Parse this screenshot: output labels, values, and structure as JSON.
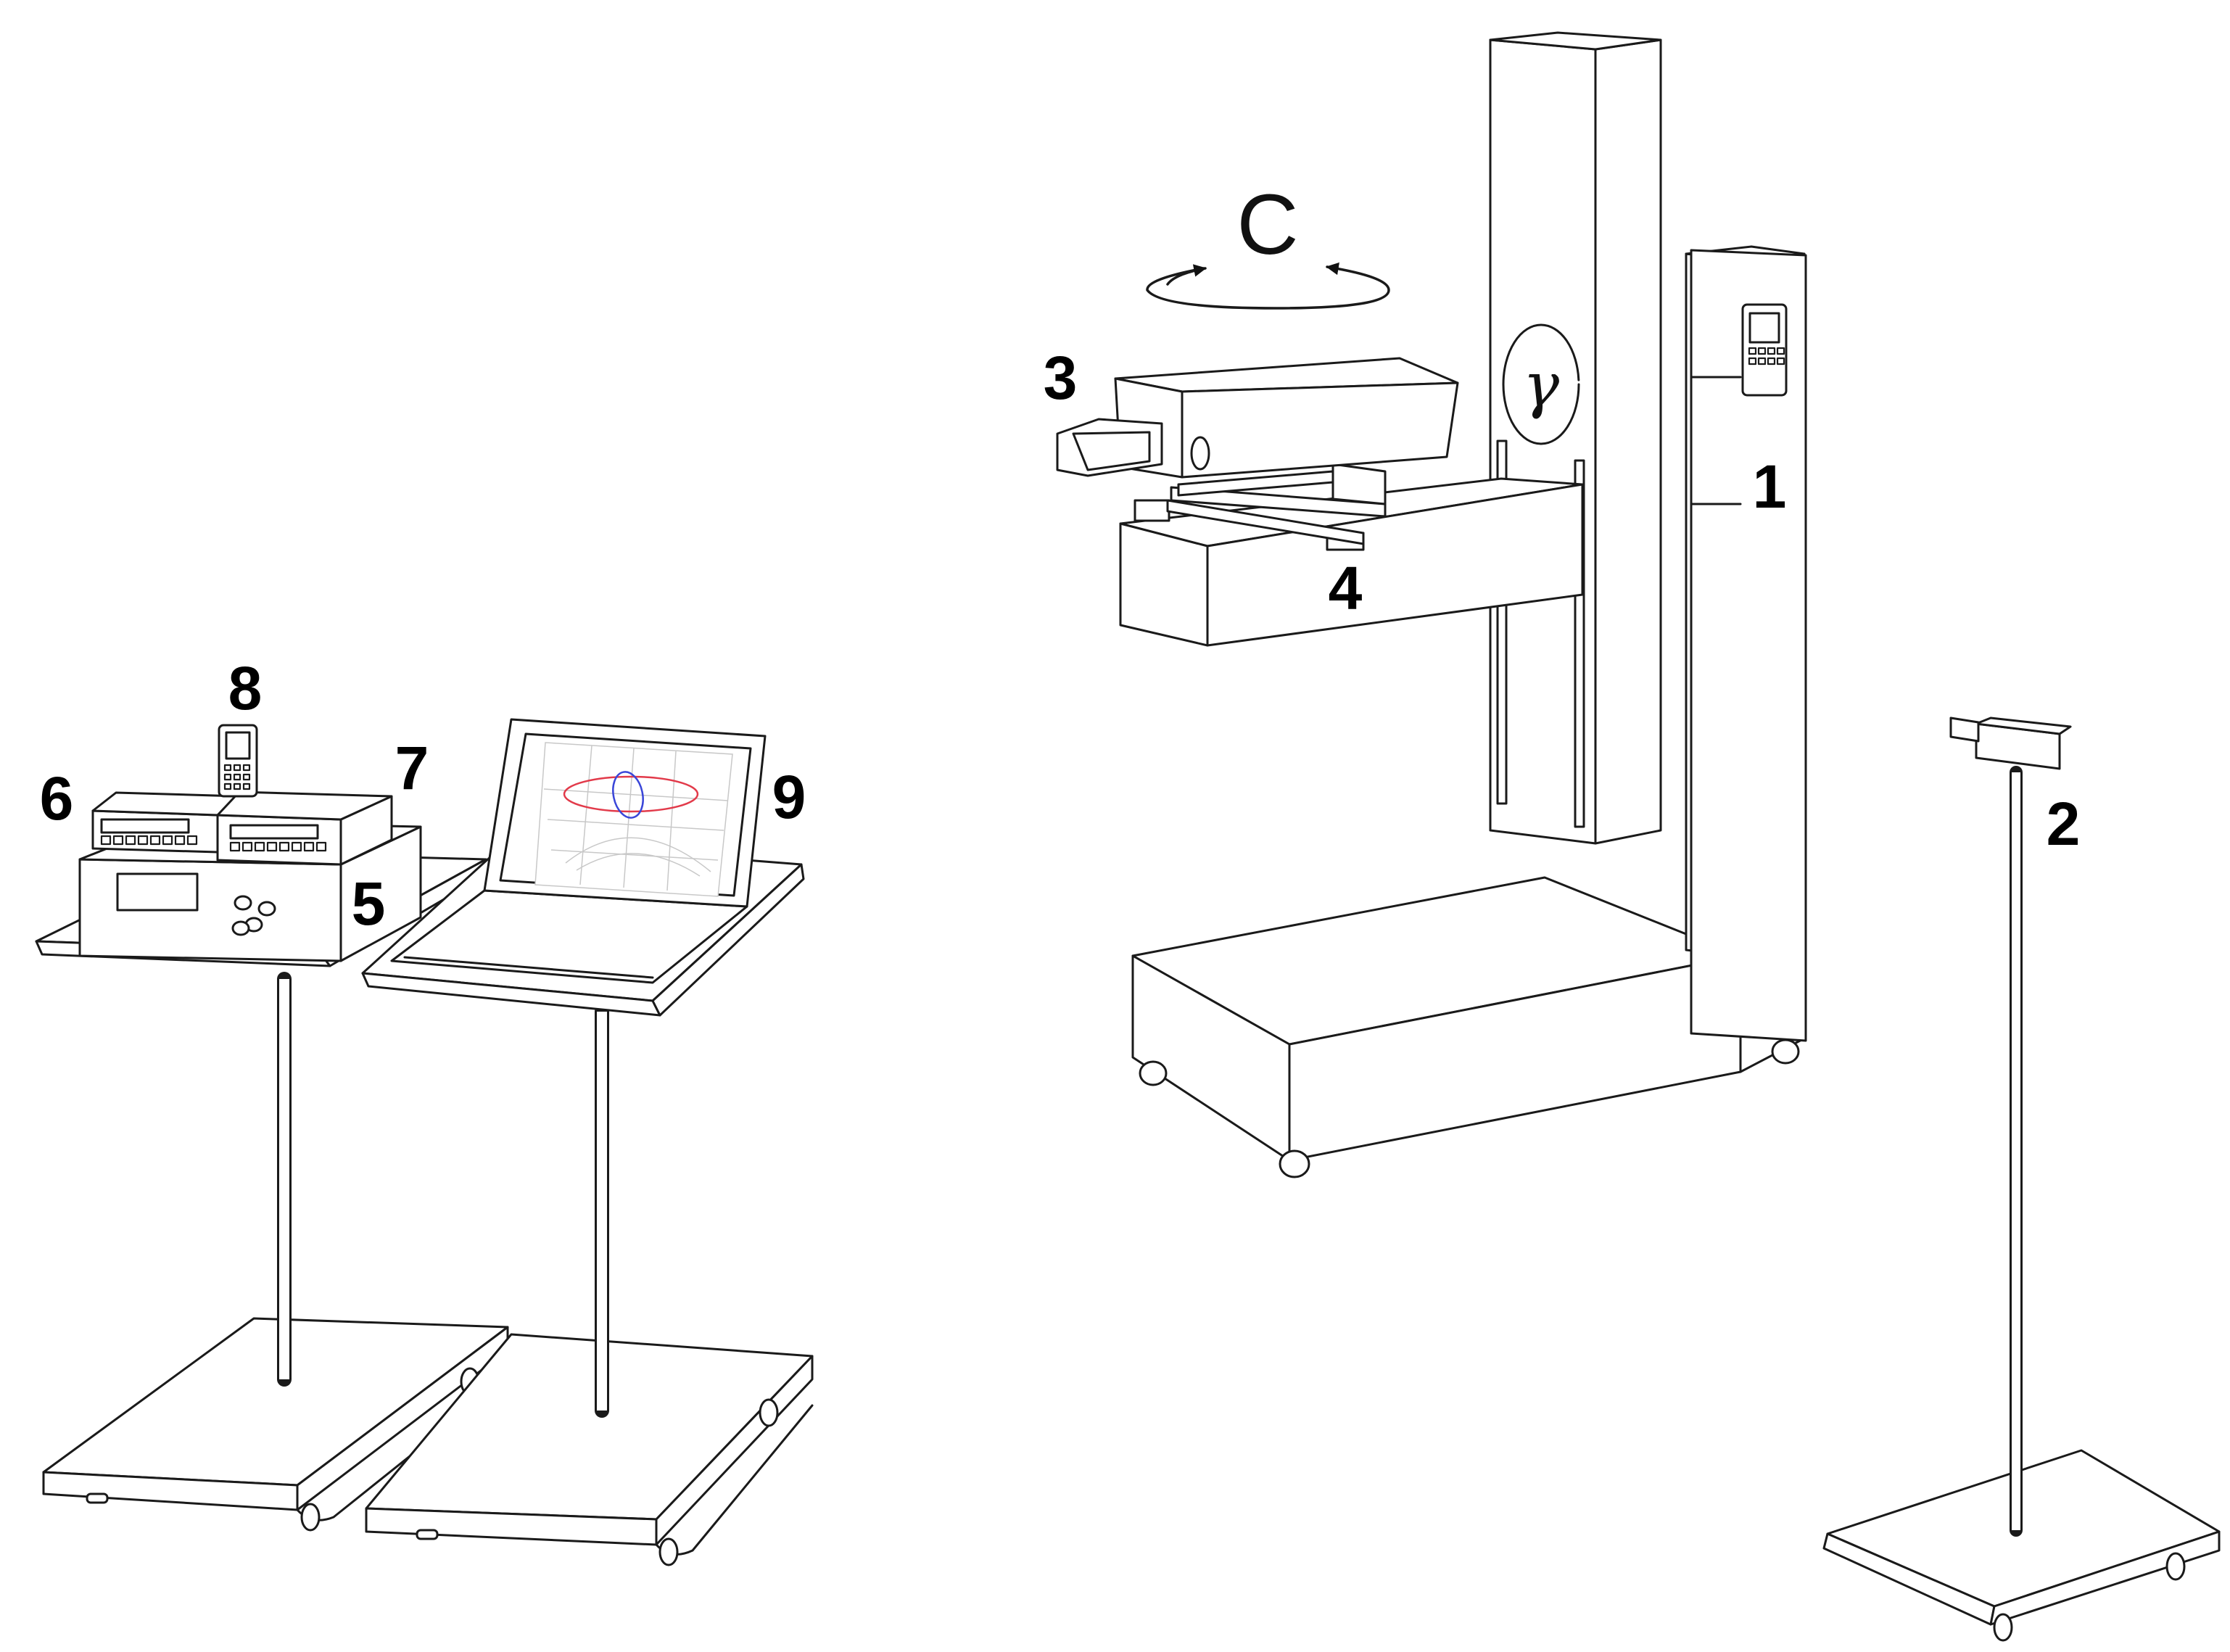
{
  "labels": {
    "goniometer": "1",
    "photometer_stand": "2",
    "luminaire": "3",
    "holder": "4",
    "power_supply": "5",
    "meter_left": "6",
    "meter_right": "7",
    "handheld_meter": "8",
    "laptop": "9"
  },
  "rotation_labels": {
    "c_axis": "C",
    "gamma_axis": "γ"
  },
  "colors": {
    "line": "#1a1a1a",
    "plot_red": "#e23a4a",
    "plot_blue": "#3a46d8",
    "screen_grid": "#c8c8c8"
  }
}
